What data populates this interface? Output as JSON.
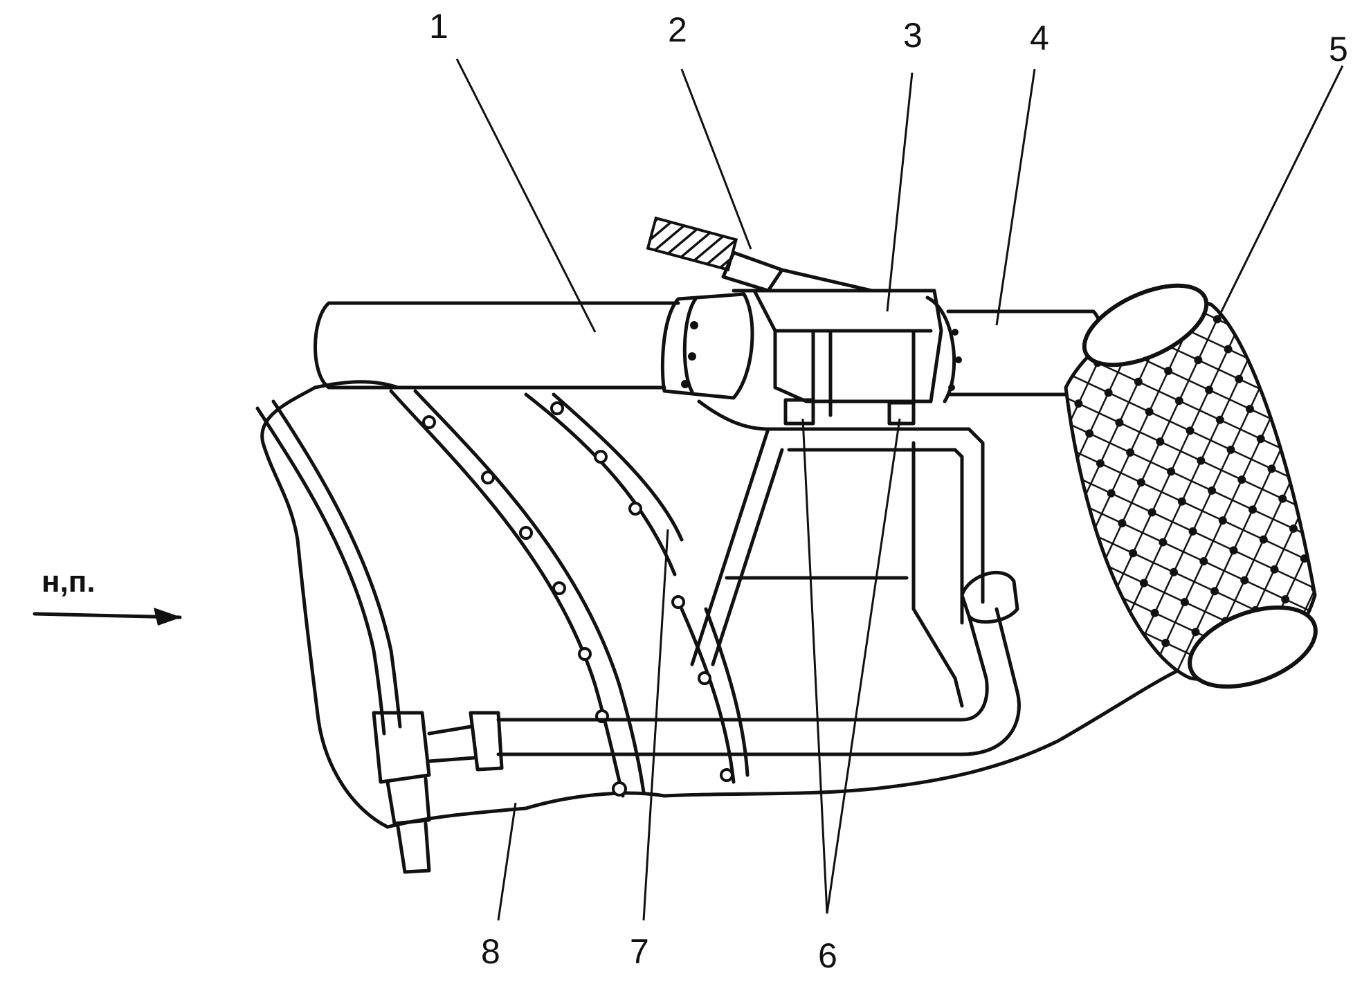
{
  "flow_label": "н,п.",
  "callouts": [
    {
      "id": "1",
      "text": "1"
    },
    {
      "id": "2",
      "text": "2"
    },
    {
      "id": "3",
      "text": "3"
    },
    {
      "id": "4",
      "text": "4"
    },
    {
      "id": "5",
      "text": "5"
    },
    {
      "id": "6",
      "text": "6"
    },
    {
      "id": "7",
      "text": "7"
    },
    {
      "id": "8",
      "text": "8"
    }
  ]
}
